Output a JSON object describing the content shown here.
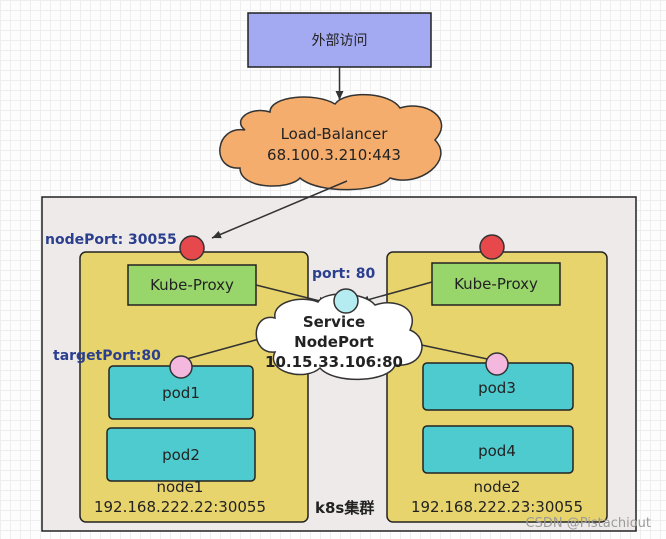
{
  "external_access": "外部访问",
  "load_balancer": {
    "name": "Load-Balancer",
    "address": "68.100.3.210:443"
  },
  "cluster": {
    "label": "k8s集群"
  },
  "labels": {
    "node_port": "nodePort: 30055",
    "port": "port: 80",
    "target_port": "targetPort:80"
  },
  "service": {
    "line1": "Service",
    "line2": "NodePort",
    "line3": "10.15.33.106:80"
  },
  "node1": {
    "proxy": "Kube-Proxy",
    "pods": [
      "pod1",
      "pod2"
    ],
    "name": "node1",
    "address": "192.168.222.22:30055"
  },
  "node2": {
    "proxy": "Kube-Proxy",
    "pods": [
      "pod3",
      "pod4"
    ],
    "name": "node2",
    "address": "192.168.222.23:30055"
  },
  "watermark": "CSDN @Pistachiout",
  "colors": {
    "external_box": "#a4aaf1",
    "load_balancer": "#f4ad6c",
    "cluster_bg": "#efeaea",
    "node_bg": "#e8d46c",
    "kube_proxy": "#98d66c",
    "pod": "#4ecbcf",
    "port_red": "#e6484b",
    "port_pink": "#f4b8df",
    "port_cyan": "#b5ecf2",
    "label_blue": "#2b3f8f"
  }
}
